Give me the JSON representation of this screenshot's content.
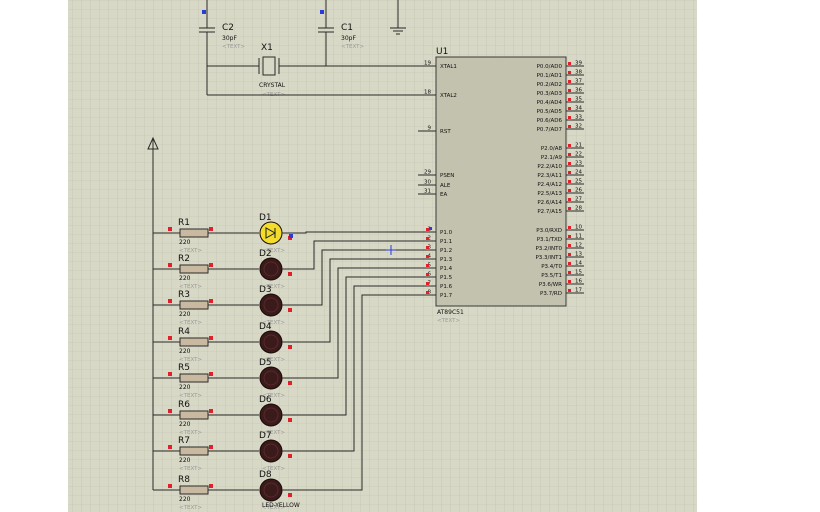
{
  "colors": {
    "sheet_bg": "#d8d8c6",
    "grid": "#bfbfad",
    "wire": "#2a2a2a",
    "chip_fill": "#c2c2ae",
    "chip_border": "#3a3a3a",
    "resistor_fill": "#c8b9a0",
    "led_off": "#3a1a1a",
    "led_on": "#f2dc2c",
    "pin_marker": "#e0202a",
    "net_marker": "#2a3ae0"
  },
  "placeholder_text": "<TEXT>",
  "chip": {
    "ref": "U1",
    "part": "AT89C51",
    "left_pins": [
      {
        "num": "19",
        "name": "XTAL1"
      },
      {
        "num": "18",
        "name": "XTAL2"
      },
      {
        "num": "9",
        "name": "RST"
      },
      {
        "num": "29",
        "name": "PSEN"
      },
      {
        "num": "30",
        "name": "ALE"
      },
      {
        "num": "31",
        "name": "EA"
      },
      {
        "num": "1",
        "name": "P1.0"
      },
      {
        "num": "2",
        "name": "P1.1"
      },
      {
        "num": "3",
        "name": "P1.2"
      },
      {
        "num": "4",
        "name": "P1.3"
      },
      {
        "num": "5",
        "name": "P1.4"
      },
      {
        "num": "6",
        "name": "P1.5"
      },
      {
        "num": "7",
        "name": "P1.6"
      },
      {
        "num": "8",
        "name": "P1.7"
      }
    ],
    "right_pins": [
      {
        "num": "39",
        "name": "P0.0/AD0"
      },
      {
        "num": "38",
        "name": "P0.1/AD1"
      },
      {
        "num": "37",
        "name": "P0.2/AD2"
      },
      {
        "num": "36",
        "name": "P0.3/AD3"
      },
      {
        "num": "35",
        "name": "P0.4/AD4"
      },
      {
        "num": "34",
        "name": "P0.5/AD5"
      },
      {
        "num": "33",
        "name": "P0.6/AD6"
      },
      {
        "num": "32",
        "name": "P0.7/AD7"
      },
      {
        "num": "21",
        "name": "P2.0/A8"
      },
      {
        "num": "22",
        "name": "P2.1/A9"
      },
      {
        "num": "23",
        "name": "P2.2/A10"
      },
      {
        "num": "24",
        "name": "P2.3/A11"
      },
      {
        "num": "25",
        "name": "P2.4/A12"
      },
      {
        "num": "26",
        "name": "P2.5/A13"
      },
      {
        "num": "27",
        "name": "P2.6/A14"
      },
      {
        "num": "28",
        "name": "P2.7/A15"
      },
      {
        "num": "10",
        "name": "P3.0/RXD"
      },
      {
        "num": "11",
        "name": "P3.1/TXD"
      },
      {
        "num": "12",
        "name": "P3.2/INT0"
      },
      {
        "num": "13",
        "name": "P3.3/INT1"
      },
      {
        "num": "14",
        "name": "P3.4/T0"
      },
      {
        "num": "15",
        "name": "P3.5/T1"
      },
      {
        "num": "16",
        "name": "P3.6/WR"
      },
      {
        "num": "17",
        "name": "P3.7/RD"
      }
    ]
  },
  "capacitors": [
    {
      "ref": "C2",
      "value": "30pF"
    },
    {
      "ref": "C1",
      "value": "30pF"
    }
  ],
  "crystal": {
    "ref": "X1",
    "value": "CRYSTAL"
  },
  "resistors": [
    {
      "ref": "R1",
      "value": "220"
    },
    {
      "ref": "R2",
      "value": "220"
    },
    {
      "ref": "R3",
      "value": "220"
    },
    {
      "ref": "R4",
      "value": "220"
    },
    {
      "ref": "R5",
      "value": "220"
    },
    {
      "ref": "R6",
      "value": "220"
    },
    {
      "ref": "R7",
      "value": "220"
    },
    {
      "ref": "R8",
      "value": "220"
    }
  ],
  "leds": [
    {
      "ref": "D1",
      "lit": true
    },
    {
      "ref": "D2",
      "lit": false
    },
    {
      "ref": "D3",
      "lit": false
    },
    {
      "ref": "D4",
      "lit": false
    },
    {
      "ref": "D5",
      "lit": false
    },
    {
      "ref": "D6",
      "lit": false
    },
    {
      "ref": "D7",
      "lit": false
    },
    {
      "ref": "D8",
      "lit": false
    }
  ],
  "led_part": "LED-YELLOW"
}
